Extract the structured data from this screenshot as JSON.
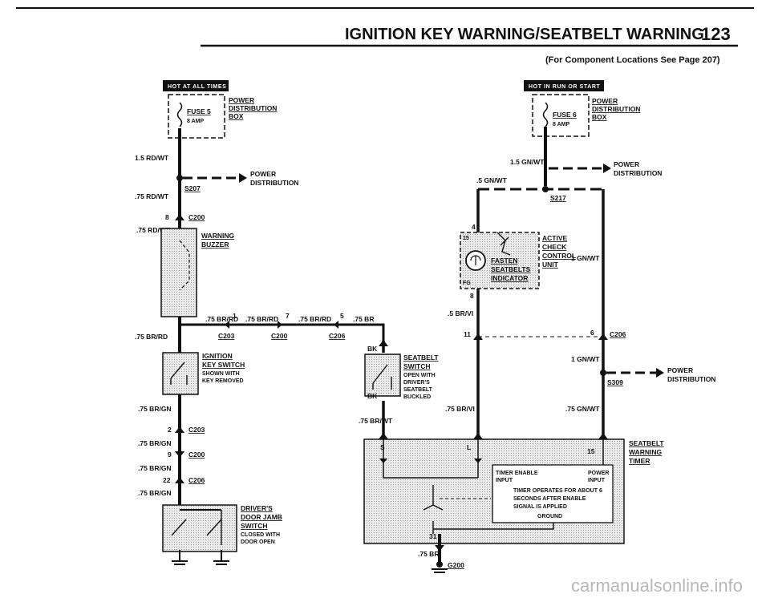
{
  "header": {
    "title": "IGNITION KEY WARNING/SEATBELT WARNING",
    "page_number": "123",
    "subtitle": "(For Component Locations See Page 207)"
  },
  "tags": {
    "left": "HOT AT ALL TIMES",
    "right": "HOT IN RUN OR START"
  },
  "left_circuit": {
    "fuse_label": "FUSE 5",
    "fuse_amp": "8 AMP",
    "power_box_lines": [
      "POWER",
      "DISTRIBUTION",
      "BOX"
    ],
    "wire_1": "1.5 RD/WT",
    "power_dist_lines": [
      "POWER",
      "DISTRIBUTION"
    ],
    "splice": "S207",
    "wire_2": ".75 RD/WT",
    "c200_pin": "8",
    "c200": "C200",
    "wire_3": ".75 RD/WT",
    "buzzer_lines": [
      "WARNING",
      "BUZZER"
    ],
    "bus_wire_a": ".75 BR/RD",
    "bus_pin_a": "1",
    "bus_wire_b": ".75 BR/RD",
    "bus_pin_b": "7",
    "bus_wire_c": ".75 BR/RD",
    "bus_pin_c": "5",
    "bus_wire_d": ".75 BR",
    "bus_c203": "C203",
    "bus_c200": "C200",
    "bus_c206": "C206",
    "wire_4": ".75 BR/RD",
    "ign_switch_lines": [
      "IGNITION",
      "KEY SWITCH"
    ],
    "ign_switch_notes": [
      "SHOWN WITH",
      "KEY REMOVED"
    ],
    "wire_5": ".75 BR/GN",
    "c203_pin": "2",
    "c203": "C203",
    "wire_6": ".75 BR/GN",
    "c200_pin_b": "9",
    "c200_b": "C200",
    "wire_7": ".75 BR/GN",
    "c206_pin": "22",
    "c206": "C206",
    "wire_8": ".75 BR/GN",
    "door_switch_lines": [
      "DRIVER'S",
      "DOOR JAMB",
      "SWITCH"
    ],
    "door_switch_notes": [
      "CLOSED WITH",
      "DOOR OPEN"
    ]
  },
  "seatbelt_switch": {
    "bk_top": "BK",
    "bk_bottom": "BK",
    "label_lines": [
      "SEATBELT",
      "SWITCH"
    ],
    "notes": [
      "OPEN WITH",
      "DRIVER'S",
      "SEATBELT",
      "BUCKLED"
    ],
    "wire": ".75 BR/WT"
  },
  "right_circuit": {
    "fuse_label": "FUSE 6",
    "fuse_amp": "8 AMP",
    "power_box_lines": [
      "POWER",
      "DISTRIBUTION",
      "BOX"
    ],
    "wire_1": "1.5 GN/WT",
    "power_dist_lines": [
      "POWER",
      "DISTRIBUTION"
    ],
    "wire_2": ".5 GN/WT",
    "splice": "S217",
    "pin_4": "4",
    "pin_15": "15",
    "pin_fg": "FG",
    "pin_8": "8",
    "check_lines": [
      "ACTIVE",
      "CHECK",
      "CONTROL",
      "UNIT"
    ],
    "fasten_lines": [
      "FASTEN",
      "SEATBELTS",
      "INDICATOR"
    ],
    "wire_side": "1 GN/WT",
    "wire_3": ".5 BR/VI",
    "pin_11": "11",
    "pin_6": "6",
    "c206": "C206",
    "wire_4": "1 GN/WT",
    "power_dist2_lines": [
      "POWER",
      "DISTRIBUTION"
    ],
    "splice2": "S309",
    "wire_5": ".75 BR/VI",
    "wire_6": ".75 GN/WT"
  },
  "timer": {
    "label_lines": [
      "SEATBELT",
      "WARNING",
      "TIMER"
    ],
    "pin_s": "S",
    "pin_l": "L",
    "pin_15": "15",
    "pin_31": "31",
    "inner_left": [
      "TIMER ENABLE",
      "INPUT"
    ],
    "inner_right": [
      "POWER",
      "INPUT"
    ],
    "inner_note": [
      "TIMER OPERATES FOR ABOUT 6",
      "SECONDS AFTER ENABLE",
      "SIGNAL IS APPLIED"
    ],
    "ground": "GROUND",
    "wire_out": ".75 BR",
    "ground_id": "G200"
  },
  "watermark": "carmanualsonline.info"
}
